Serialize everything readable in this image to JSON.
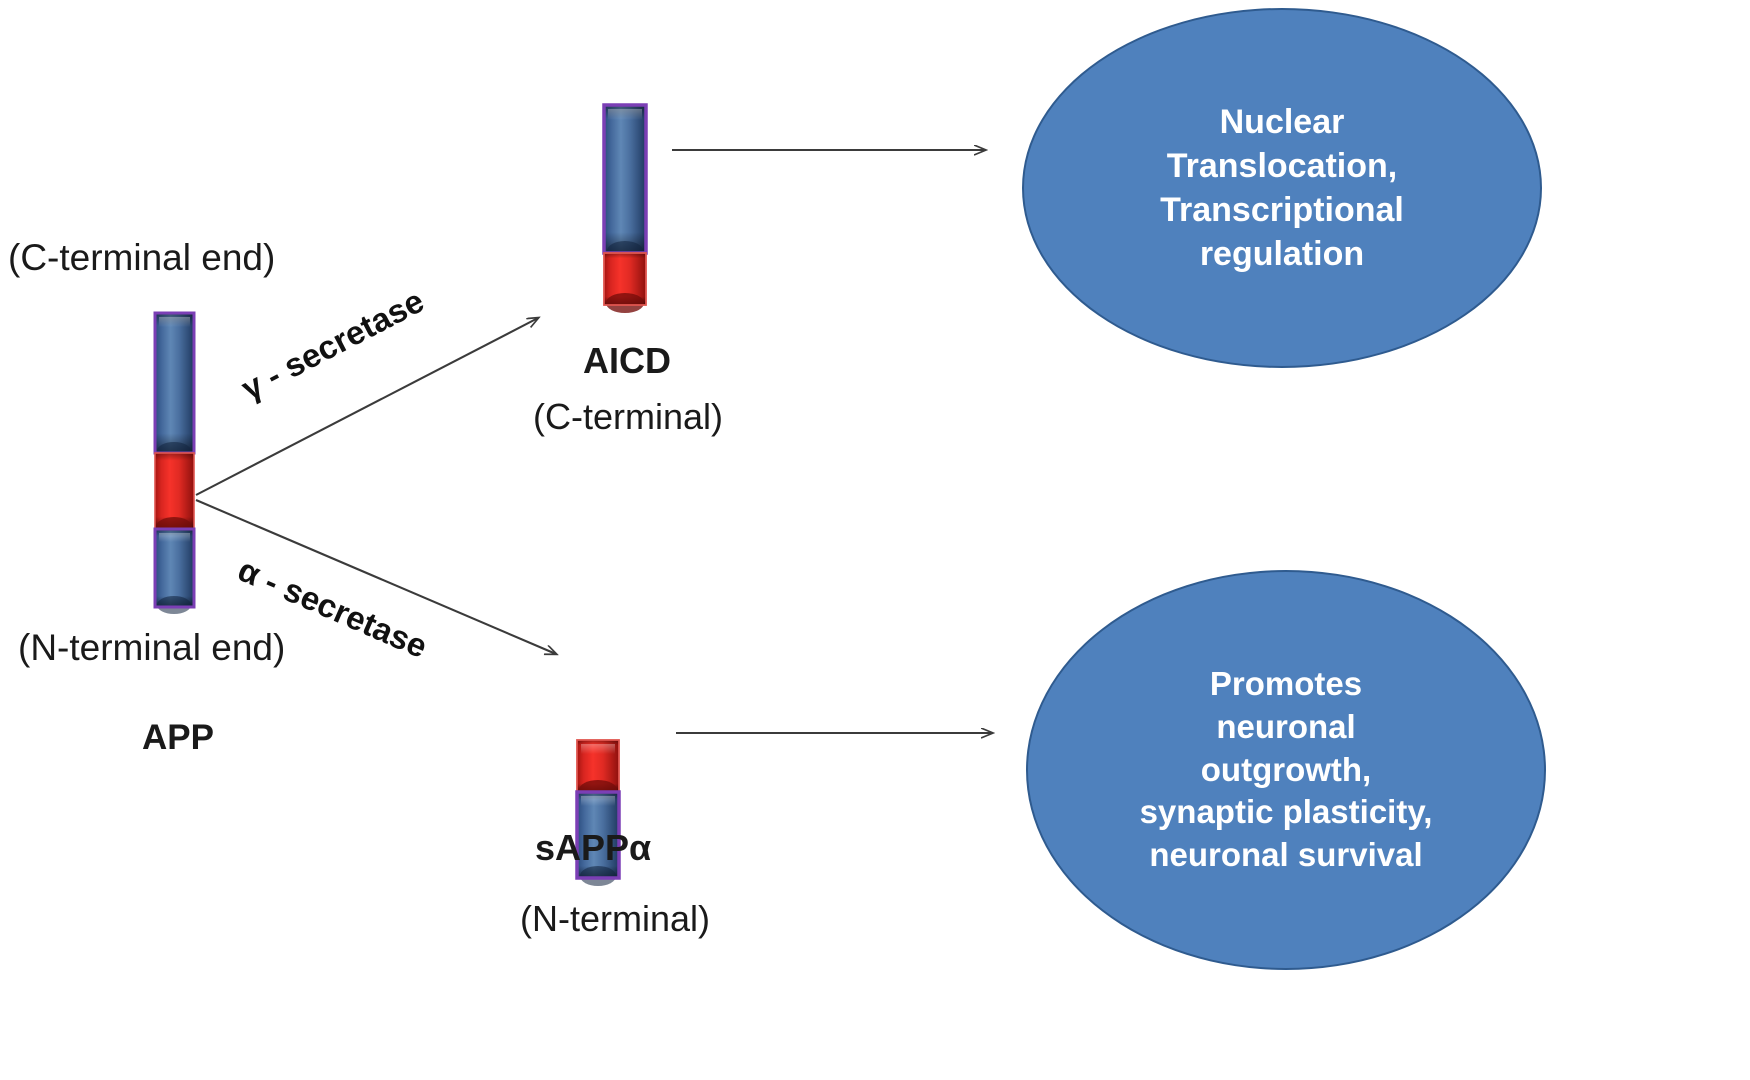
{
  "figure": {
    "background_color": "#ffffff",
    "title": ""
  },
  "palette": {
    "ellipse_fill": "#4f81bd",
    "ellipse_stroke": "#2f5b8f",
    "ellipse_text": "#ffffff",
    "bar_blue_light": "#5b83b0",
    "bar_blue_dark": "#1f3c66",
    "bar_blue_mid": "#3b6497",
    "bar_red_light": "#f22a22",
    "bar_red_dark": "#8c0f0c",
    "bar_red_mid": "#d61a16",
    "bar_outline_purple": "#7b3fb5",
    "bar_outline_red": "#e0554f",
    "arrow_color": "#3b3b3b",
    "text_color": "#1a1a1a"
  },
  "app_protein": {
    "top_label": "(C-terminal end)",
    "bottom_label": "(N-terminal end)",
    "name_label": "APP",
    "segments": [
      {
        "id": "app-blue-top",
        "color": "blue"
      },
      {
        "id": "app-red-middle",
        "color": "red"
      },
      {
        "id": "app-blue-bottom",
        "color": "blue"
      }
    ]
  },
  "reactions": [
    {
      "id": "gamma",
      "label": "γ - secretase",
      "direction": "up-right"
    },
    {
      "id": "alpha",
      "label": "α - secretase",
      "direction": "down-right"
    }
  ],
  "products": [
    {
      "id": "aicd",
      "name": "AICD",
      "sub_label": "(C-terminal)",
      "segments": [
        {
          "id": "aicd-blue",
          "color": "blue"
        },
        {
          "id": "aicd-red",
          "color": "red"
        }
      ],
      "outcome_id": "nuclear"
    },
    {
      "id": "sappa",
      "name": "sAPPα",
      "sub_label": "(N-terminal)",
      "segments": [
        {
          "id": "sappa-red",
          "color": "red"
        },
        {
          "id": "sappa-blue",
          "color": "blue"
        }
      ],
      "outcome_id": "promotes"
    }
  ],
  "outcomes": [
    {
      "id": "nuclear",
      "text": "Nuclear\nTranslocation,\nTranscriptional\nregulation"
    },
    {
      "id": "promotes",
      "text": "Promotes\nneuronal\noutgrowth,\nsynaptic plasticity,\nneuronal survival"
    }
  ]
}
